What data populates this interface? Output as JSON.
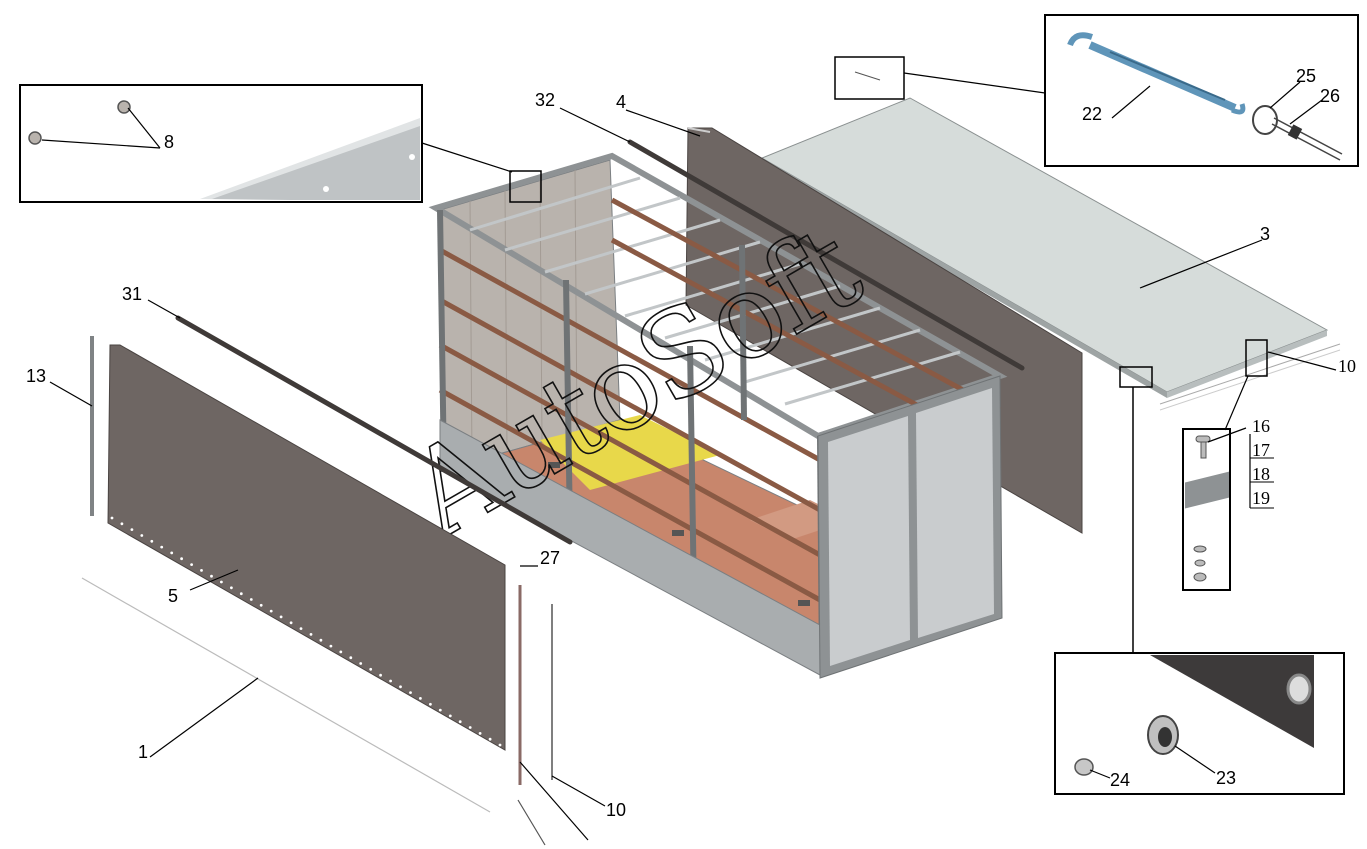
{
  "watermark": {
    "text": "AutoSoft"
  },
  "callouts": {
    "c1": "1",
    "c3": "3",
    "c4": "4",
    "c5": "5",
    "c8": "8",
    "c10a": "10",
    "c10b": "10",
    "c13": "13",
    "c16": "16",
    "c17": "17",
    "c18": "18",
    "c19": "19",
    "c22": "22",
    "c23": "23",
    "c24": "24",
    "c25": "25",
    "c26": "26",
    "c27": "27",
    "c31": "31",
    "c32": "32"
  },
  "colors": {
    "tarp": "#6e6663",
    "roof": "#d6dcda",
    "frame": "#8e9294",
    "floor_wood": "#c8866c",
    "floor_yellow": "#e8d84a",
    "door": "#c9ccce",
    "turnbuckle": "#5f95b9"
  }
}
